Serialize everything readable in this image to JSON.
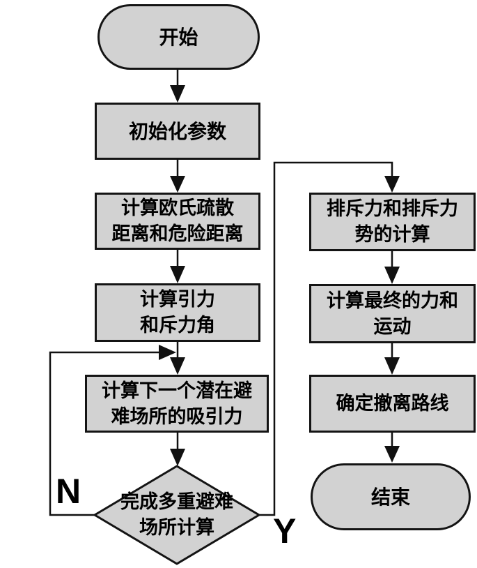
{
  "diagram": {
    "type": "flowchart",
    "colors": {
      "node_fill": "#d2d2d2",
      "node_border": "#141414",
      "line_color": "#111111",
      "background": "#ffffff",
      "text_color": "#000000"
    },
    "nodes": {
      "start": {
        "shape": "stadium",
        "label": "开始"
      },
      "init": {
        "shape": "rectangle",
        "label": "初始化参数"
      },
      "calc_distance": {
        "shape": "rectangle",
        "label": "计算欧氏疏散\n距离和危险距离"
      },
      "calc_angle": {
        "shape": "rectangle",
        "label": "计算引力\n和斥力角"
      },
      "calc_next": {
        "shape": "rectangle",
        "label": "计算下一个潜在避\n难场所的吸引力"
      },
      "decision": {
        "shape": "diamond",
        "label": "完成多重避难\n场所计算"
      },
      "repulsion": {
        "shape": "rectangle",
        "label": "排斥力和排斥力\n势的计算"
      },
      "final_force": {
        "shape": "rectangle",
        "label": "计算最终的力和\n运动"
      },
      "route": {
        "shape": "rectangle",
        "label": "确定撤离路线"
      },
      "end": {
        "shape": "stadium",
        "label": "结束"
      }
    },
    "branch_labels": {
      "no": "N",
      "yes": "Y"
    },
    "edges": [
      {
        "from": "start",
        "to": "init",
        "label": ""
      },
      {
        "from": "init",
        "to": "calc_distance",
        "label": ""
      },
      {
        "from": "calc_distance",
        "to": "calc_angle",
        "label": ""
      },
      {
        "from": "calc_angle",
        "to": "calc_next",
        "label": ""
      },
      {
        "from": "calc_next",
        "to": "decision",
        "label": ""
      },
      {
        "from": "decision",
        "to": "calc_next",
        "label": "N"
      },
      {
        "from": "decision",
        "to": "repulsion",
        "label": "Y"
      },
      {
        "from": "repulsion",
        "to": "final_force",
        "label": ""
      },
      {
        "from": "final_force",
        "to": "route",
        "label": ""
      },
      {
        "from": "route",
        "to": "end",
        "label": ""
      }
    ]
  }
}
